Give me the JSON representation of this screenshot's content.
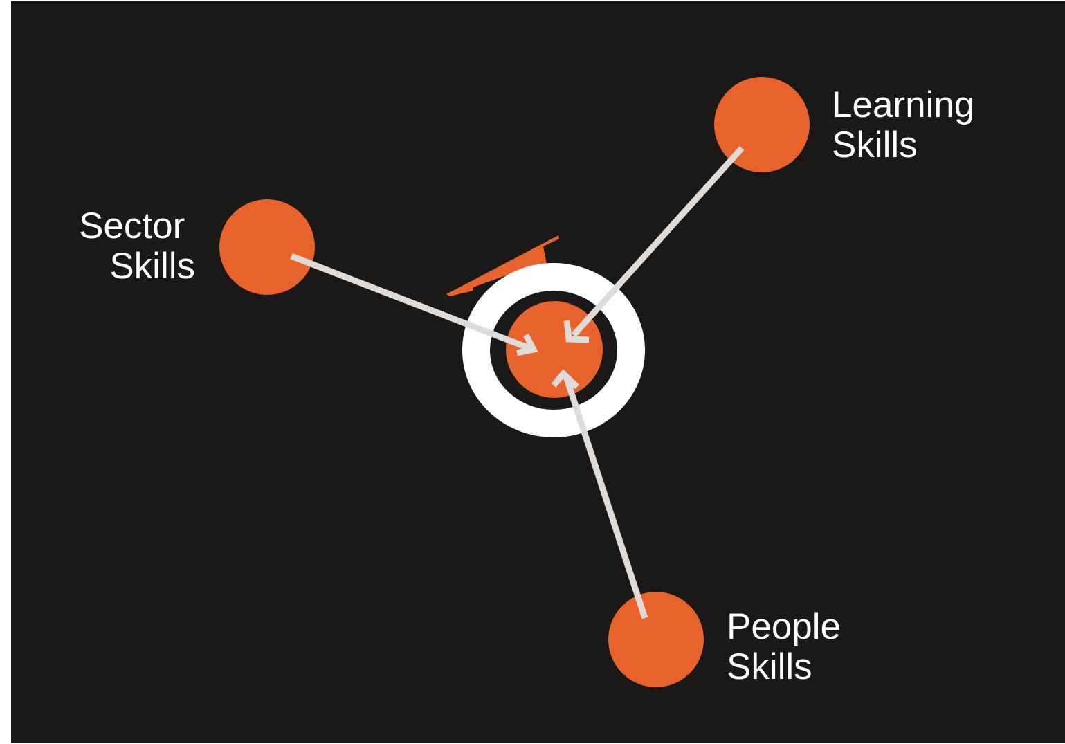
{
  "colors": {
    "background": "#1b1917",
    "node": "#e8632c",
    "arrow": "#dedbd8",
    "ring": "#ffffff",
    "label": "#ffffff"
  },
  "labels": {
    "learning": {
      "line1": "Learning",
      "line2": "Skills"
    },
    "sector": {
      "line1": "Sector",
      "line2": "Skills"
    },
    "people": {
      "line1": "People",
      "line2": "Skills"
    }
  }
}
